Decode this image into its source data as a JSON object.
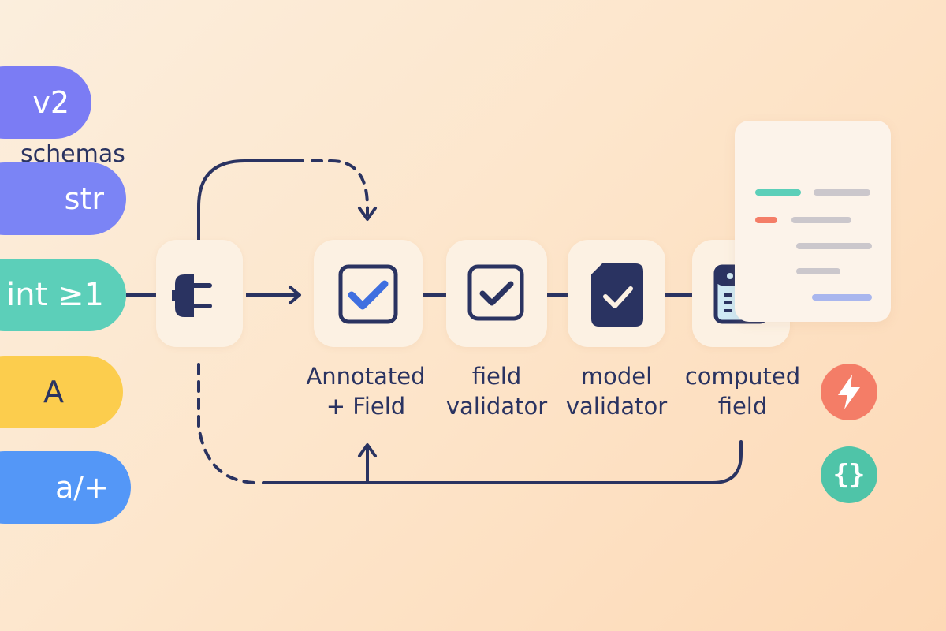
{
  "type_pills": [
    {
      "label": "v2",
      "color": "#7b7cf4"
    },
    {
      "label": "str",
      "color": "#7b84f5"
    },
    {
      "label": "int ≥1",
      "color": "#5ccfb9"
    },
    {
      "label": "A",
      "color": "#fccd4d"
    },
    {
      "label": "a/+",
      "color": "#5497f7"
    }
  ],
  "pipeline": [
    {
      "icon": "plug-icon"
    },
    {
      "icon": "checkbox-icon",
      "label_lines": [
        "Annotated",
        "+ Field"
      ]
    },
    {
      "icon": "check-square-icon",
      "label_lines": [
        "field",
        "validator"
      ]
    },
    {
      "icon": "check-document-icon",
      "label_lines": [
        "model",
        "validator"
      ]
    },
    {
      "icon": "table-calculator-icon",
      "label_lines": [
        "computed",
        "field"
      ]
    }
  ],
  "schema_card": {
    "title": "schemas",
    "bar_colors": [
      "#5ccfb9",
      "#f47d67",
      "#cbc7cc",
      "#a9b6ee"
    ]
  },
  "side_badges": [
    {
      "icon": "lightning-icon",
      "color": "#f47d67"
    },
    {
      "icon": "braces-icon",
      "text": "{}",
      "color": "#4fc4a8"
    }
  ],
  "colors": {
    "line": "#2a3361",
    "accent_blue": "#3f6fe0",
    "node_bg": "#fcf1e3"
  }
}
